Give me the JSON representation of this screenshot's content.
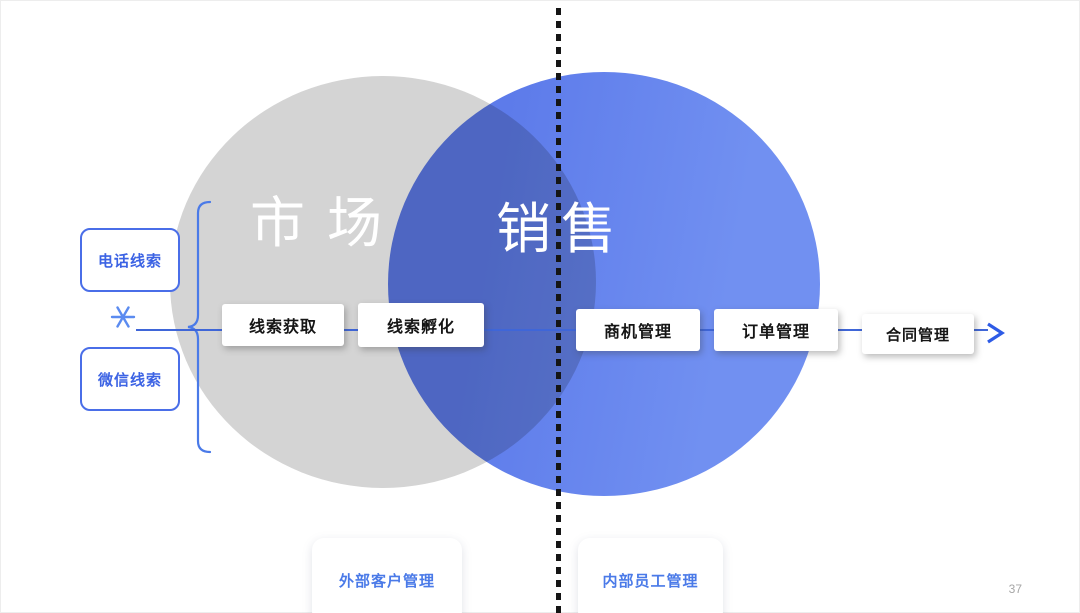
{
  "slide": {
    "page_number": "37"
  },
  "venn": {
    "market_label": "市场",
    "sales_label": "销售",
    "market_color": "#d4d4d4",
    "sales_color": "#6384ee"
  },
  "lead_sources": [
    {
      "label": "电话线索"
    },
    {
      "label": "微信线索"
    }
  ],
  "icons": {
    "merge": "asterisk-snowflake-icon",
    "flow_end": "right-arrow-icon"
  },
  "pipeline_steps": [
    {
      "label": "线索获取"
    },
    {
      "label": "线索孵化"
    },
    {
      "label": "商机管理"
    },
    {
      "label": "订单管理"
    },
    {
      "label": "合同管理"
    }
  ],
  "category_cards": [
    {
      "label": "外部客户管理"
    },
    {
      "label": "内部员工管理"
    }
  ],
  "colors": {
    "accent_blue": "#3f66d8",
    "text_blue": "#3c63e4",
    "divider_black": "#151515"
  }
}
